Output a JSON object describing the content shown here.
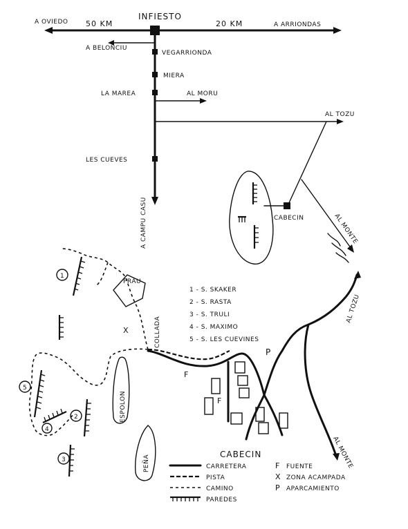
{
  "schematic": {
    "infiesto": "INFIESTO",
    "a_oviedo": "A OVIEDO",
    "dist_oviedo": "50 KM",
    "dist_arriondas": "20 KM",
    "a_arriondas": "A ARRIONDAS",
    "a_beloncio": "A BELONCIU",
    "vegarrionda": "VEGARRIONDA",
    "miera": "MIERA",
    "la_marea": "LA MAREA",
    "al_moru": "AL MORU",
    "al_tozu": "AL TOZU",
    "les_cuevues": "LES CUEVES",
    "a_campu_casu": "A CAMPU CASU",
    "cabecin": "CABECIN",
    "al_monte": "AL MONTE"
  },
  "detail": {
    "pran": "PRAU",
    "collada": "COLLADA",
    "espolon": "ESPOLON",
    "pena": "PEÑA",
    "al_tozu": "AL TOZU",
    "al_monte": "AL MONTE",
    "fuente_marker": "F",
    "parking_marker": "P",
    "camp_marker": "X"
  },
  "sectors": [
    "1 - S. SKAKER",
    "2 - S. RASTA",
    "3 - S. TRULI",
    "4 - S. MAXIMO",
    "5 - S. LES CUEVINES"
  ],
  "sector_markers": [
    "1",
    "2",
    "3",
    "4",
    "5"
  ],
  "legend": {
    "title": "CABECIN",
    "items": [
      {
        "symbol": "road",
        "label": "CARRETERA"
      },
      {
        "symbol": "track",
        "label": "PISTA"
      },
      {
        "symbol": "path",
        "label": "CAMINO"
      },
      {
        "symbol": "wall",
        "label": "PAREDES"
      }
    ],
    "markers": [
      {
        "symbol": "F",
        "label": "FUENTE"
      },
      {
        "symbol": "X",
        "label": "ZONA ACAMPADA"
      },
      {
        "symbol": "P",
        "label": "APARCAMIENTO"
      }
    ]
  }
}
